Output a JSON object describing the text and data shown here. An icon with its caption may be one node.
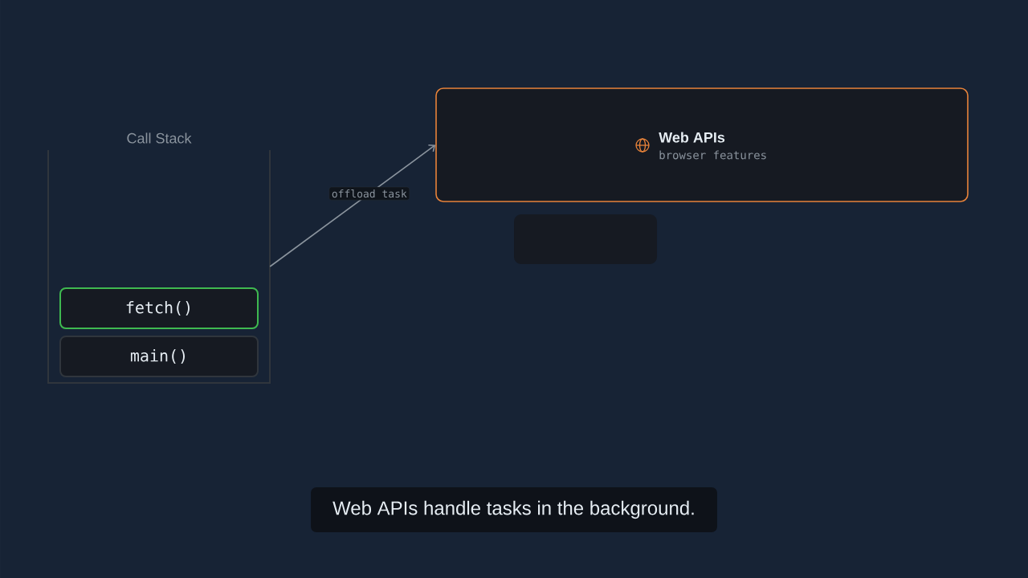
{
  "diagram": {
    "caption": "Web APIs handle tasks in the background.",
    "nodes": [
      {
        "text": [
          "Call Stack"
        ]
      },
      {
        "text": [
          "fetch()"
        ],
        "in": 0
      },
      {
        "text": [
          "main()"
        ],
        "in": 0
      },
      {
        "text": [
          "Web APIs",
          "browser features"
        ]
      },
      {
        "text": [],
        "shape": "box"
      }
    ],
    "edges": [
      {
        "from": 0,
        "to": 3,
        "arrow": "to",
        "label": "offload task"
      }
    ]
  }
}
